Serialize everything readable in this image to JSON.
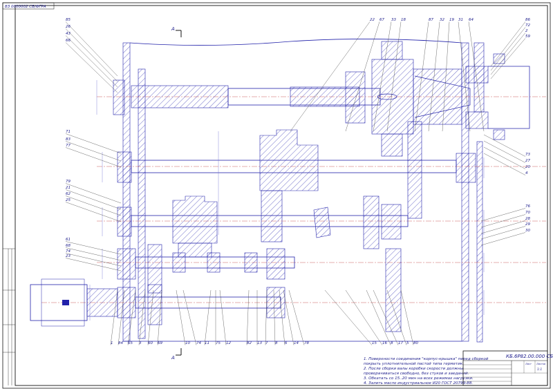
{
  "stamp_top_left": "ВЗ 0000002 СБ/ФГРА",
  "section_label": "А",
  "leader_labels_top": [
    "22",
    "67",
    "33",
    "18",
    "87",
    "32",
    "19",
    "31",
    "64"
  ],
  "leader_labels_left_top": [
    "85",
    "26",
    "43",
    "66"
  ],
  "leader_labels_right_top": [
    "86",
    "72",
    "2",
    "59"
  ],
  "leader_labels_left_mid": [
    "71",
    "83",
    "77",
    "79",
    "21",
    "62",
    "25"
  ],
  "leader_labels_right_mid": [
    "73",
    "27",
    "20",
    "4"
  ],
  "leader_labels_right_low": [
    "76",
    "70",
    "28",
    "29",
    "30"
  ],
  "leader_labels_left_low": [
    "61",
    "68",
    "74",
    "23"
  ],
  "leader_labels_bottom": [
    "1",
    "84",
    "65",
    "3",
    "60",
    "69",
    "10",
    "74",
    "11",
    "75",
    "12",
    "82",
    "13",
    "7",
    "8",
    "6",
    "14",
    "78",
    "15",
    "16",
    "8",
    "17",
    "5",
    "80"
  ],
  "notes": [
    "1. Поверхности соединения \"корпус-крышка\" перед сборкой",
    "покрыть уплотнительной пастой типа герметик.",
    "2. После сборки валы коробки скорости должны",
    "проворачиваться свободно, без стуков и заеданий.",
    "3. Обкатать со 15..20 мин на всех режимах нагрузки.",
    "4. Залить масло индустриальное И20 ГОСТ 20799-88."
  ],
  "title_block": {
    "designation": "КБ.6Р82.00.000 СБ",
    "sheet_label": "Лист",
    "sheets_label": "Листов",
    "scale": "1:1"
  }
}
